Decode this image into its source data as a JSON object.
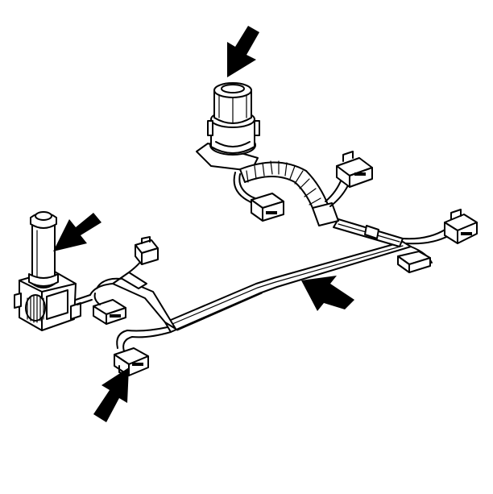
{
  "figure": {
    "background": "#ffffff",
    "ink": "#000000",
    "components": [
      {
        "name": "round-connector",
        "icon": "round-connector-icon"
      },
      {
        "name": "solenoid-assembly",
        "icon": "solenoid-icon"
      },
      {
        "name": "main-harness-trunk",
        "icon": "harness-icon"
      },
      {
        "name": "pigtail-connector",
        "icon": "connector-icon"
      }
    ],
    "arrows": [
      {
        "target": "round-connector",
        "direction": "down-left"
      },
      {
        "target": "solenoid-assembly",
        "direction": "down-left"
      },
      {
        "target": "main-harness-trunk",
        "direction": "up-left"
      },
      {
        "target": "pigtail-connector",
        "direction": "up-right"
      }
    ]
  }
}
